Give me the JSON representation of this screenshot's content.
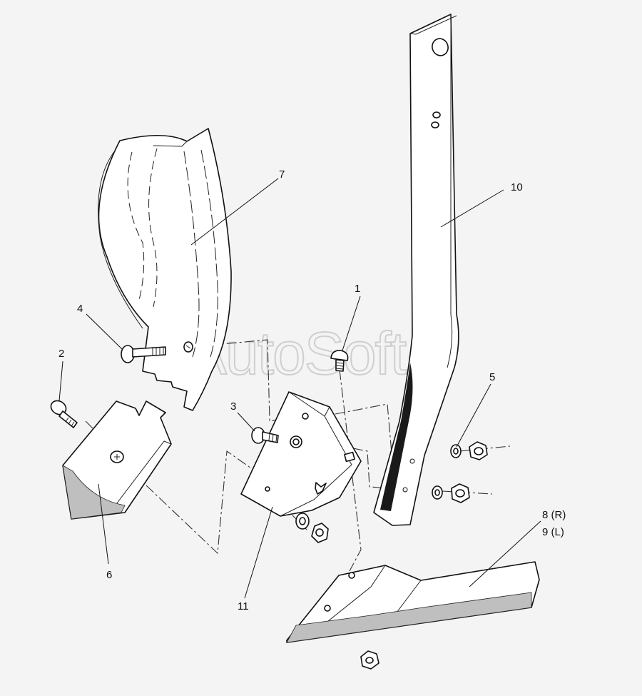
{
  "watermark": "AutoSoft",
  "callouts": {
    "c1": "1",
    "c2": "2",
    "c3": "3",
    "c4": "4",
    "c5": "5",
    "c6": "6",
    "c7": "7",
    "c8": "8 (R)",
    "c9": "9 (L)",
    "c10": "10",
    "c11": "11"
  }
}
